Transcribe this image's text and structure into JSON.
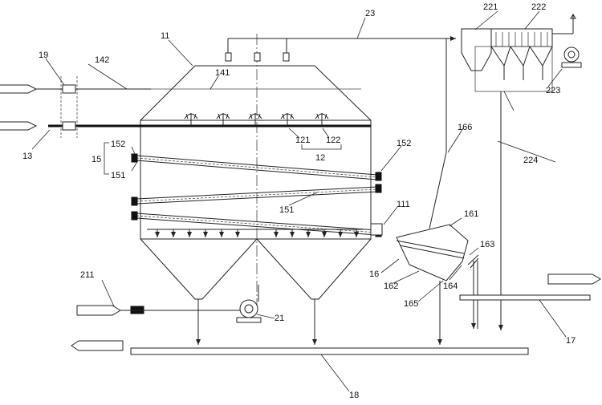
{
  "labels": {
    "l11": "11",
    "l12": "12",
    "l13": "13",
    "l15": "15",
    "l16": "16",
    "l17": "17",
    "l18": "18",
    "l19": "19",
    "l21": "21",
    "l23": "23",
    "l111": "111",
    "l121": "121",
    "l122": "122",
    "l141": "141",
    "l142": "142",
    "l151a": "151",
    "l151b": "151",
    "l152a": "152",
    "l152b": "152",
    "l161": "161",
    "l162": "162",
    "l163": "163",
    "l164": "164",
    "l165": "165",
    "l166": "166",
    "l211": "211",
    "l221": "221",
    "l222": "222",
    "l223": "223",
    "l224": "224"
  }
}
